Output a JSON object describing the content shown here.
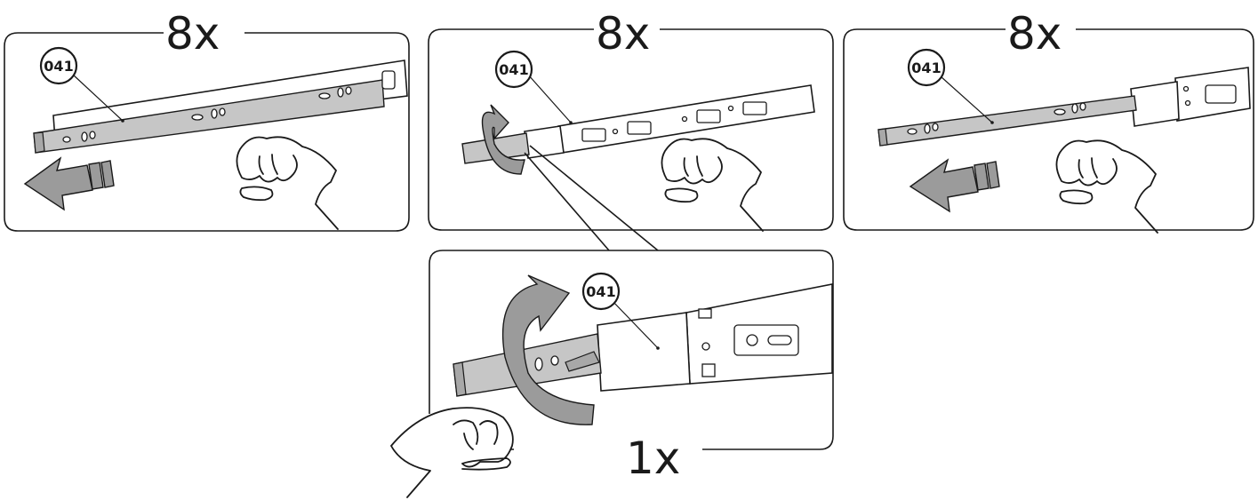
{
  "steps": [
    {
      "count": "8x",
      "part": "041"
    },
    {
      "count": "8x",
      "part": "041"
    },
    {
      "count": "8x",
      "part": "041"
    },
    {
      "count": "1x",
      "part": "041"
    }
  ]
}
